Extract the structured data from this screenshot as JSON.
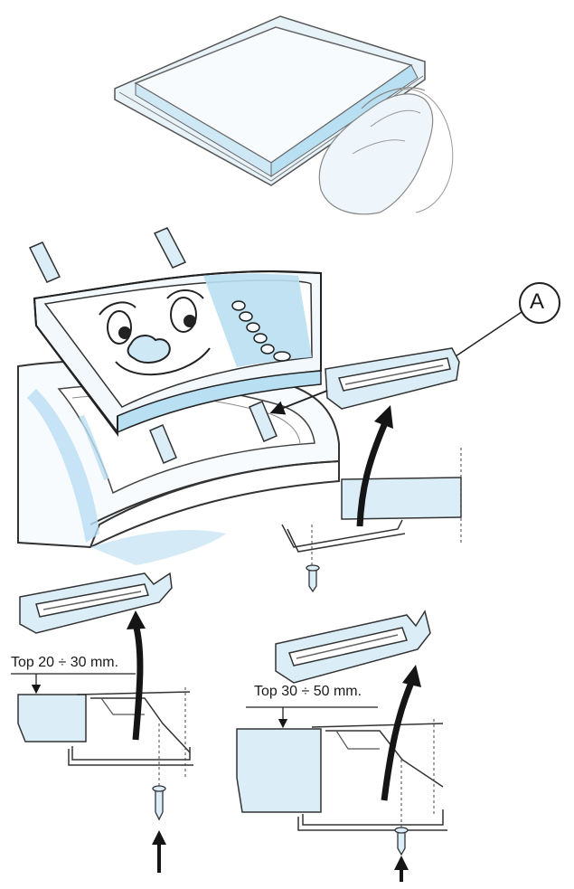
{
  "labels": {
    "callout": "A",
    "top_thin": "Top 20 ÷ 30 mm.",
    "top_thick": "Top 30 ÷ 50 mm."
  },
  "colors": {
    "line": "#3a3a3a",
    "fill_light": "#dbeef8",
    "fill_mid": "#b9dff2",
    "fill_accent": "#cfe8f5",
    "arrow": "#151515"
  },
  "icons": [
    "hands-icon",
    "arrow-up-icon",
    "screw-icon",
    "bracket-icon"
  ]
}
